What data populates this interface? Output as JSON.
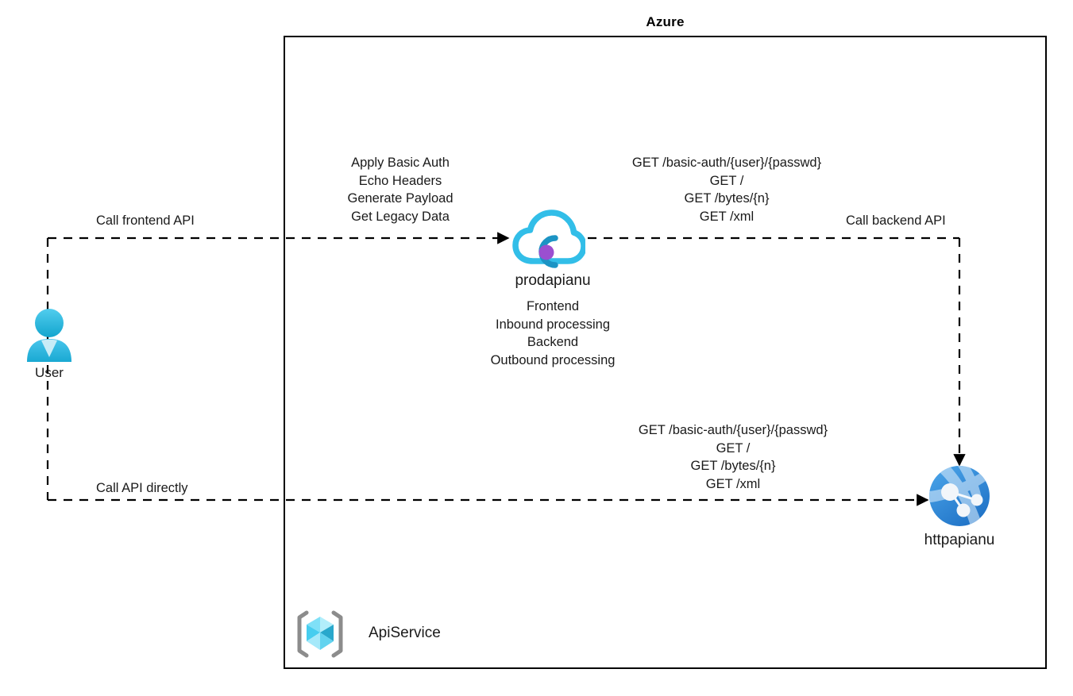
{
  "diagram": {
    "boundary": {
      "title": "Azure",
      "name": "azure-boundary"
    },
    "nodes": {
      "user": {
        "label": "User",
        "icon": "user-person-icon"
      },
      "apim": {
        "label": "prodapianu",
        "icon": "azure-api-management-cloud-icon",
        "details": [
          "Frontend",
          "Inbound processing",
          "Backend",
          "Outbound processing"
        ]
      },
      "backend": {
        "label": "httpapianu",
        "icon": "azure-container-app-globe-icon"
      },
      "apiservice": {
        "label": "ApiService",
        "icon": "azure-resource-group-cube-icon"
      }
    },
    "connections": {
      "call_frontend_api": "Call frontend API",
      "call_backend_api": "Call backend API",
      "call_api_directly": "Call API directly"
    },
    "annotations": {
      "policies": [
        "Apply Basic Auth",
        "Echo Headers",
        "Generate Payload",
        "Get Legacy Data"
      ],
      "backend_operations": [
        "GET /basic-auth/{user}/{passwd}",
        "GET /",
        "GET /bytes/{n}",
        "GET /xml"
      ],
      "direct_operations": [
        "GET /basic-auth/{user}/{passwd}",
        "GET /",
        "GET /bytes/{n}",
        "GET /xml"
      ]
    },
    "colors": {
      "line": "#000000",
      "boundary": "#000000",
      "cloud_cyan": "#32BEE8",
      "cloud_teal": "#1C94C4",
      "cloud_dot_purple": "#9B4FD0",
      "globe_blue": "#2E8FE0",
      "globe_light": "#A8D3F2",
      "user_blue": "#2FB5DE",
      "cube_cyan": "#50D4F2",
      "bracket_gray": "#8C8C8C",
      "text": "#1A1A1A"
    }
  }
}
